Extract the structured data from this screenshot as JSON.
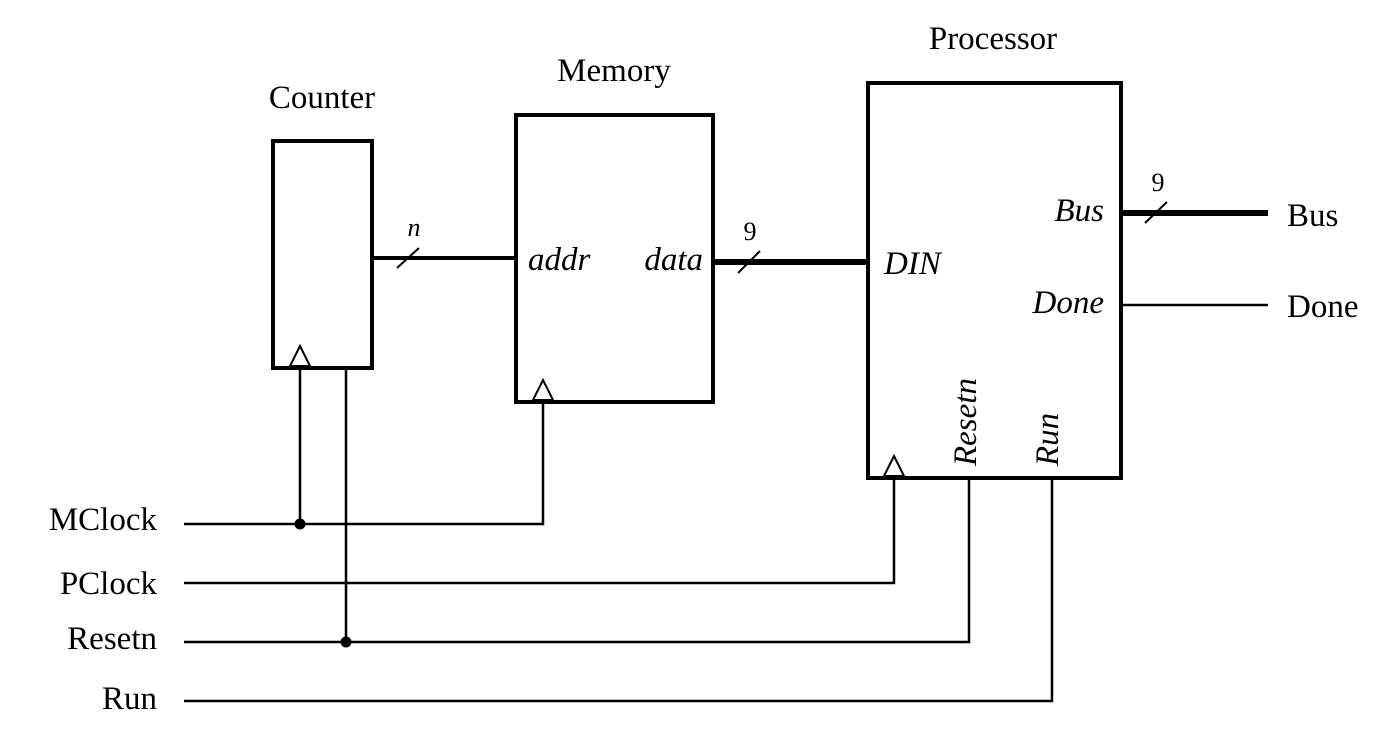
{
  "blocks": {
    "counter": {
      "title": "Counter"
    },
    "memory": {
      "title": "Memory",
      "addr_port": "addr",
      "data_port": "data"
    },
    "processor": {
      "title": "Processor",
      "din_port": "DIN",
      "bus_port": "Bus",
      "done_port": "Done",
      "resetn_port": "Resetn",
      "run_port": "Run"
    }
  },
  "buses": {
    "counter_width": "n",
    "data_width": "9",
    "bus_width": "9"
  },
  "inputs": {
    "mclock": "MClock",
    "pclock": "PClock",
    "resetn": "Resetn",
    "run": "Run"
  },
  "outputs": {
    "bus": "Bus",
    "done": "Done"
  }
}
